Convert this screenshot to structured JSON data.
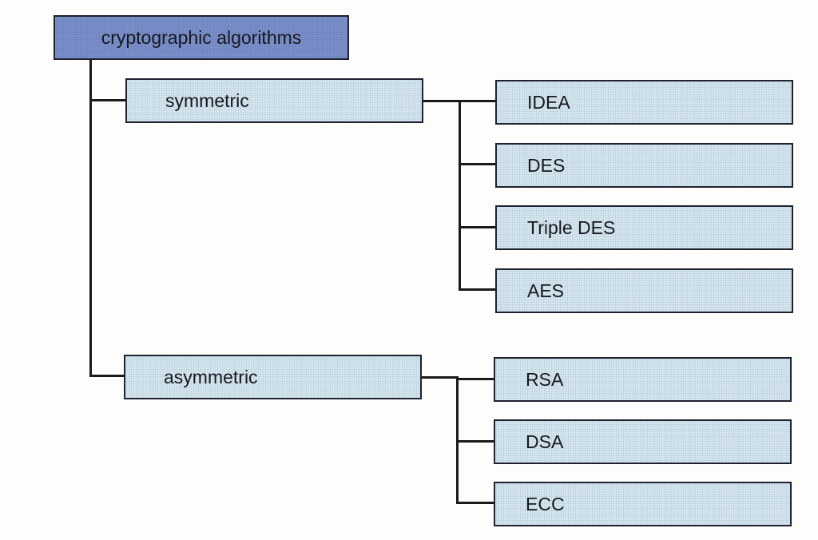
{
  "root": {
    "label": "cryptographic algorithms"
  },
  "branches": [
    {
      "label": "symmetric",
      "children": [
        "IDEA",
        "DES",
        "Triple DES",
        "AES"
      ]
    },
    {
      "label": "asymmetric",
      "children": [
        "RSA",
        "DSA",
        "ECC"
      ]
    }
  ],
  "colors": {
    "root": "#7c90c9",
    "node": "#d6e7ef",
    "line": "#1a1a1a"
  }
}
